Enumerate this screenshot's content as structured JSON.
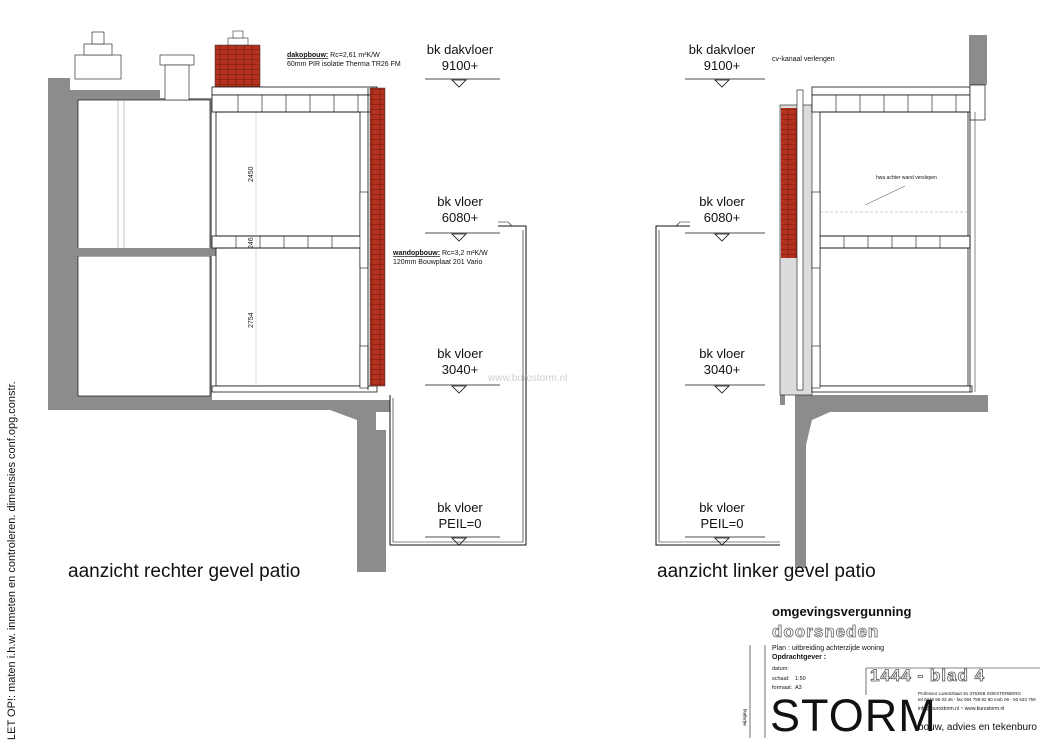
{
  "levels": {
    "name_dakvloer": "bk dakvloer",
    "name_vloer": "bk vloer",
    "val_9100": "9100+",
    "val_6080": "6080+",
    "val_3040": "3040+",
    "val_peil": "PEIL=0"
  },
  "notes": {
    "dak_label": "dakopbouw:",
    "dak_rc": "Rc=2,61 m²K/W",
    "dak_spec": "60mm PIR isolatie Therma TR26 FM",
    "wand_label": "wandopbouw:",
    "wand_rc": "Rc=3,2 m²K/W",
    "wand_spec": "120mm Bouwplaat 201 Vario",
    "cv_kanaal": "cv-kanaal verlengen",
    "hwa": "hwa achter wand verslepen"
  },
  "dimensions": {
    "upper": "2450",
    "mid": "246",
    "lower": "2754"
  },
  "watermark": "www.burostorm.nl",
  "views": {
    "right": "aanzicht rechter gevel patio",
    "left": "aanzicht linker gevel patio"
  },
  "side_note": "LET OP!: maten i.h.w. inmeten en controleren. dimensies conf.opg.constr.",
  "title_block": {
    "title": "omgevingsvergunning",
    "subtitle": "doorsneden",
    "plan": "Plan :  uitbreiding achterzijde woning",
    "opdrachtgever": "Opdrachtgever :",
    "datum_label": "datum:",
    "schaal_label": "schaal:",
    "schaal_value": "1:50",
    "formaat_label": "formaat:",
    "formaat_value": "A3",
    "code": "1444 - blad 4",
    "address": "Professor Lorentzlaan 91  3763KB SOESTERBERG",
    "phone": "tel 0346 55 03 46  -  fax 084 759 82 80  mob 06 - 50 623 759",
    "email": "info@burostorm.nl  ~  www.burostorm.nl",
    "logo": "STORM",
    "tagline": "bouw, advies en tekenburo",
    "wijziging": "wijziging"
  },
  "colors": {
    "ground": "#8c8c8c",
    "brick": "#b5321f",
    "line": "#111111"
  }
}
